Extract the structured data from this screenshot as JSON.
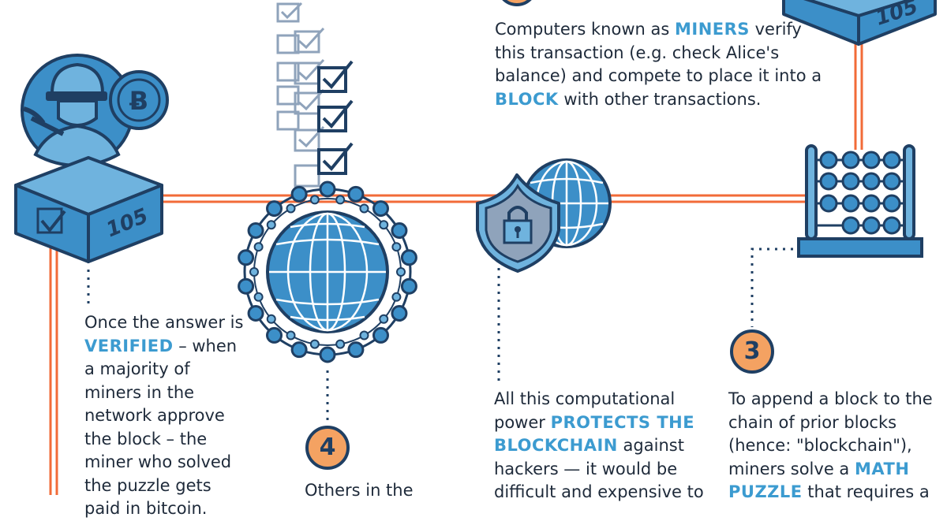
{
  "box_left": {
    "number": "105"
  },
  "box_top_right": {
    "number": "105"
  },
  "steps": {
    "miners_text": {
      "p1": "Computers known as ",
      "h1": "MINERS",
      "p2": " verify this transaction (e.g. check Alice's balance) and compete to place it into a ",
      "h2": "BLOCK",
      "p3": " with other transactions."
    },
    "verified_text": {
      "p1": "Once the answer is ",
      "h1": "VERIFIED",
      "p2": " – when a majority of miners in the network approve the block – the miner who solved the puzzle gets paid in bitcoin."
    },
    "step4": {
      "number": "4",
      "text": "Others in the"
    },
    "protects_text": {
      "p1": "All this computational power ",
      "h1": "PROTECTS THE BLOCKCHAIN",
      "p2": " against hackers — it would be difficult and expensive to"
    },
    "step3": {
      "number": "3",
      "p1": "To append a block to the chain of prior blocks (hence: \"blockchain\"), miners solve a ",
      "h1": "MATH PUZZLE",
      "p2": " that requires a"
    }
  },
  "colors": {
    "navy": "#1f3f63",
    "blue": "#3c8fc8",
    "light_blue": "#6fb3de",
    "orange_line": "#f26b38",
    "number_fill": "#f4a262",
    "highlight": "#3c9bd0"
  }
}
